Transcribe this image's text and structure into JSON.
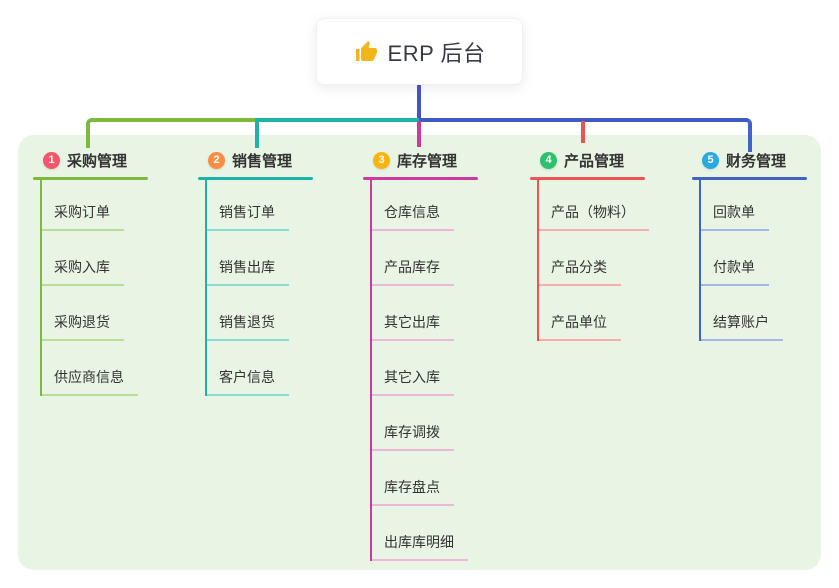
{
  "title": {
    "text": "ERP 后台",
    "icon": "thumbs-up-icon",
    "icon_color": "#f2b51a"
  },
  "colors": {
    "central_line": "#4553cb",
    "right_trunk_line": "#3d5ac3",
    "panel_bg": "#e8f5e4",
    "card_bg": "#ffffff",
    "text": "#333333"
  },
  "branches": [
    {
      "number": "1",
      "label": "采购管理",
      "badge_color": "#f4566a",
      "line_color": "#7cb93e",
      "light_color": "#b9dc96",
      "children": [
        "采购订单",
        "采购入库",
        "采购退货",
        "供应商信息"
      ]
    },
    {
      "number": "2",
      "label": "销售管理",
      "badge_color": "#fa8c44",
      "line_color": "#1fb3a7",
      "light_color": "#8fd9d3",
      "children": [
        "销售订单",
        "销售出库",
        "销售退货",
        "客户信息"
      ]
    },
    {
      "number": "3",
      "label": "库存管理",
      "badge_color": "#fbb40d",
      "line_color": "#ce3a9b",
      "light_color": "#edb6da",
      "children": [
        "仓库信息",
        "产品库存",
        "其它出库",
        "其它入库",
        "库存调拨",
        "库存盘点",
        "出库库明细"
      ]
    },
    {
      "number": "4",
      "label": "产品管理",
      "badge_color": "#2ec16d",
      "line_color": "#ee5253",
      "light_color": "#f7adac",
      "children": [
        "产品（物料）",
        "产品分类",
        "产品单位"
      ]
    },
    {
      "number": "5",
      "label": "财务管理",
      "badge_color": "#2ba9e1",
      "line_color": "#3f63c6",
      "light_color": "#a3b8e4",
      "children": [
        "回款单",
        "付款单",
        "结算账户"
      ]
    }
  ]
}
